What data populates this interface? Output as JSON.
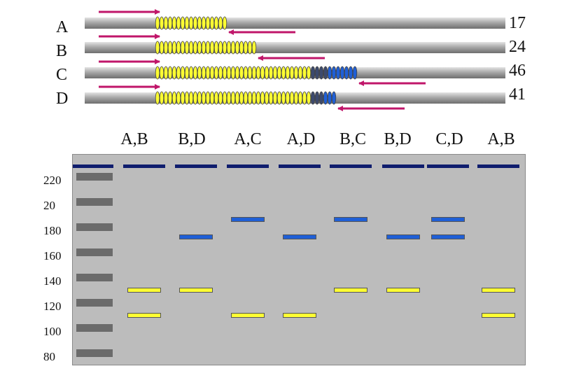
{
  "alleles": [
    {
      "name": "A",
      "repeats": "17",
      "yellow_units": 17,
      "dark_units": 0,
      "blue_units": 0
    },
    {
      "name": "B",
      "repeats": "24",
      "yellow_units": 24,
      "dark_units": 0,
      "blue_units": 0
    },
    {
      "name": "C",
      "repeats": "46",
      "yellow_units": 37,
      "dark_units": 4,
      "blue_units": 7
    },
    {
      "name": "D",
      "repeats": "41",
      "yellow_units": 37,
      "dark_units": 3,
      "blue_units": 3
    }
  ],
  "lanes": [
    {
      "label": "A,B",
      "bands": [
        130,
        110
      ]
    },
    {
      "label": "B,D",
      "bands": [
        172,
        130
      ]
    },
    {
      "label": "A,C",
      "bands": [
        186,
        110
      ]
    },
    {
      "label": "A,D",
      "bands": [
        172,
        110
      ]
    },
    {
      "label": "B,C",
      "bands": [
        186,
        130
      ]
    },
    {
      "label": "B,D",
      "bands": [
        172,
        130
      ]
    },
    {
      "label": "C,D",
      "bands": [
        186,
        172
      ]
    },
    {
      "label": "A,B",
      "bands": [
        130,
        110
      ]
    }
  ],
  "ladder_labels": [
    "220",
    "20",
    "180",
    "160",
    "140",
    "120",
    "100",
    "80"
  ],
  "ladder_values": [
    220,
    200,
    180,
    160,
    140,
    120,
    100,
    80
  ],
  "colors": {
    "yellow_repeat": "#ffff33",
    "blue_repeat": "#1f5fd6",
    "dark_repeat": "#3c4a6e",
    "primer_arrow": "#c0166a",
    "well": "#0f1d6e",
    "gel": "#bcbcbc",
    "ladder": "#6b6b6b"
  }
}
